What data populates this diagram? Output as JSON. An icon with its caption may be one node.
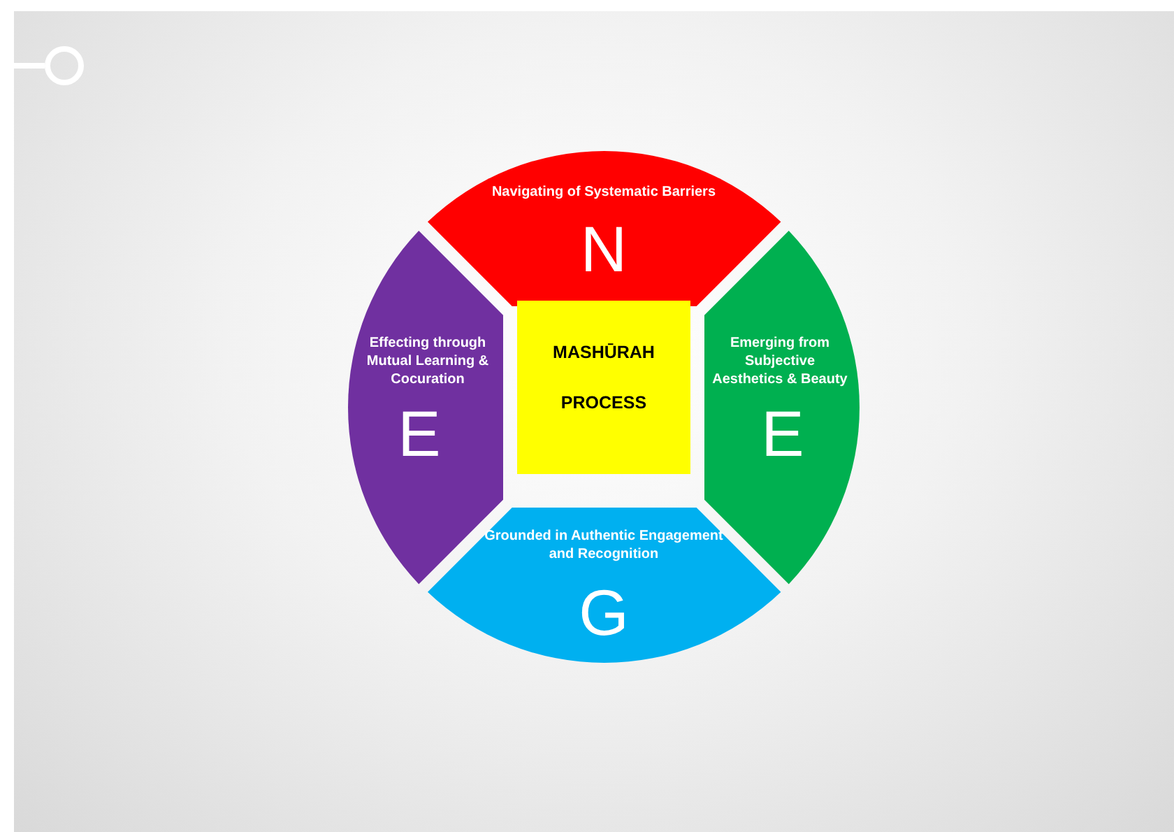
{
  "diagram": {
    "nodes": [
      {
        "text": [
          "Navigating of Systematic Barriers",
          "N"
        ]
      },
      {
        "text": [
          "Effecting through Mutual Learning & Cocuration",
          "E"
        ]
      },
      {
        "text": [
          "MASHŪRAH",
          "PROCESS"
        ]
      },
      {
        "text": [
          "Emerging from Subjective Aesthetics & Beauty",
          "E"
        ]
      },
      {
        "text": [
          "Grounded in Authentic Engagement and Recognition",
          "G"
        ]
      }
    ],
    "edges": []
  }
}
